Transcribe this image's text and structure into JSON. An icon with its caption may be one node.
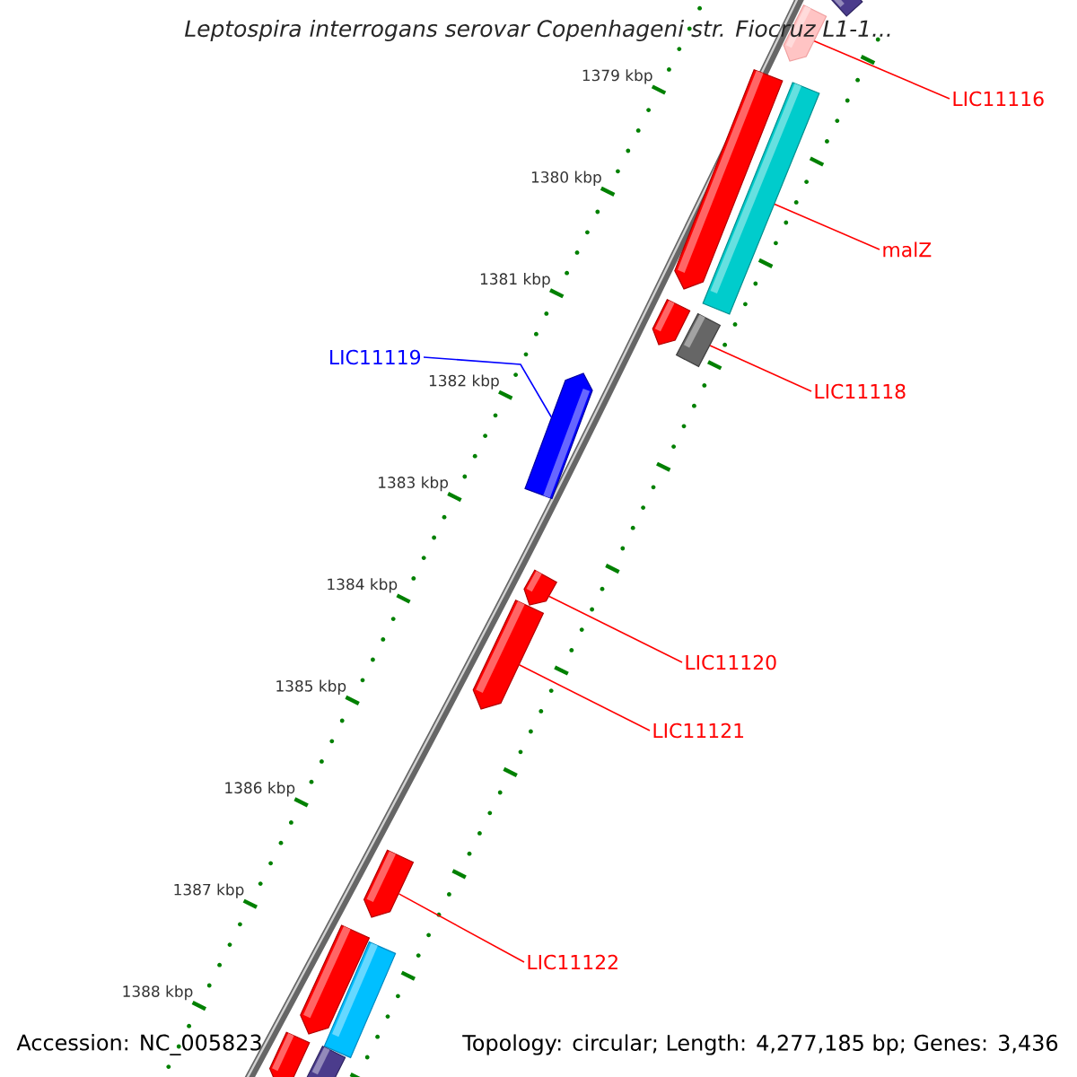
{
  "diagram": {
    "title": "Leptospira interrogans serovar Copenhageni str. Fiocruz L1-1...",
    "nodes": [
      {
        "text": [],
        "shape": "bar"
      },
      {
        "text": [],
        "shape": "bar"
      },
      {
        "text": [
          "LIC11116"
        ]
      },
      {
        "text": [],
        "shape": "bar"
      },
      {
        "text": [],
        "shape": "bar"
      },
      {
        "text": [
          "malZ"
        ]
      },
      {
        "text": [],
        "shape": "bar"
      },
      {
        "text": [],
        "shape": "bar"
      },
      {
        "text": [
          "LIC11118"
        ]
      },
      {
        "text": [
          "LIC11119"
        ]
      },
      {
        "text": [],
        "shape": "bar"
      },
      {
        "text": [],
        "shape": "bar"
      },
      {
        "text": [
          "LIC11120"
        ]
      },
      {
        "text": [],
        "shape": "bar"
      },
      {
        "text": [
          "LIC11121"
        ]
      },
      {
        "text": [],
        "shape": "bar"
      },
      {
        "text": [
          "LIC11122"
        ]
      },
      {
        "text": [],
        "shape": "bar"
      },
      {
        "text": [],
        "shape": "bar"
      },
      {
        "text": [],
        "shape": "bar"
      },
      {
        "text": [],
        "shape": "bar"
      }
    ],
    "edges": [
      {
        "from": 2,
        "to": 1,
        "arrow": "none"
      },
      {
        "from": 5,
        "to": 4,
        "arrow": "none"
      },
      {
        "from": 8,
        "to": 7,
        "arrow": "none"
      },
      {
        "from": 9,
        "to": 10,
        "arrow": "none",
        "color": "#0000ff"
      },
      {
        "from": 12,
        "to": 11,
        "arrow": "none"
      },
      {
        "from": 14,
        "to": 13,
        "arrow": "none"
      },
      {
        "from": 16,
        "to": 15,
        "arrow": "none"
      }
    ],
    "labels": [
      "1379 kbp",
      "1380 kbp",
      "1381 kbp",
      "1382 kbp",
      "1383 kbp",
      "1384 kbp",
      "1385 kbp",
      "1386 kbp",
      "1387 kbp",
      "1388 kbp",
      "Accession: NC_005823",
      "Topology: circular; Length: 4,277,185 bp; Genes: 3,436"
    ]
  }
}
